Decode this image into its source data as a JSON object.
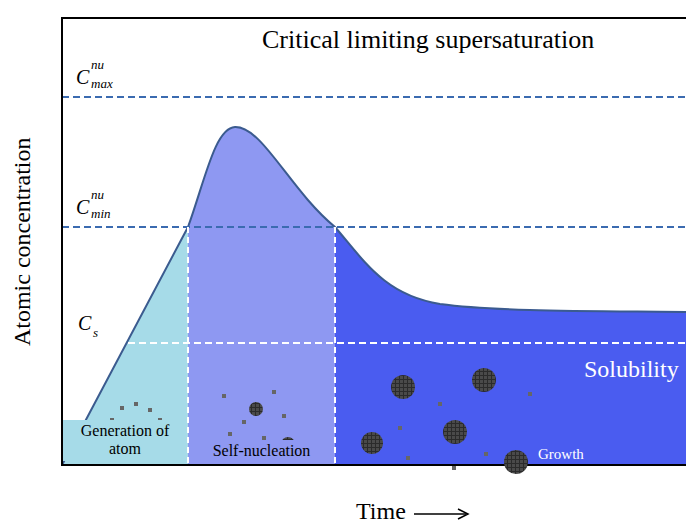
{
  "diagram": {
    "nodes": [
      {
        "text": [
          "Generation of atom"
        ]
      },
      {
        "text": [
          "Self-nucleation"
        ]
      }
    ],
    "labels": [
      "Critical limiting supersaturation",
      "C",
      "nu",
      "max",
      "C",
      "nu",
      "min",
      "C",
      "s",
      "Solubility",
      "Growth",
      "Atomic concentration",
      "Time"
    ]
  }
}
